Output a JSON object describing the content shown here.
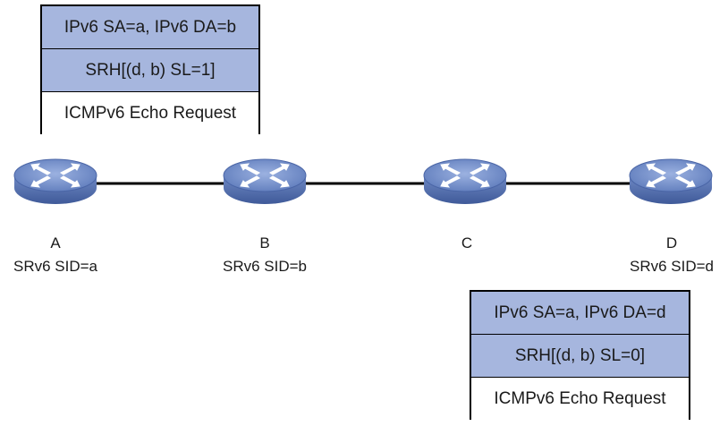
{
  "nodes": [
    {
      "id": "A",
      "sid": "SRv6 SID=a"
    },
    {
      "id": "B",
      "sid": "SRv6 SID=b"
    },
    {
      "id": "C",
      "sid": ""
    },
    {
      "id": "D",
      "sid": "SRv6 SID=d"
    }
  ],
  "packet_top": {
    "ipv6_header": "IPv6 SA=a, IPv6 DA=b",
    "srh": "SRH[(d, b) SL=1]",
    "payload": "ICMPv6 Echo Request"
  },
  "packet_bottom": {
    "ipv6_header": "IPv6 SA=a, IPv6 DA=d",
    "srh": "SRH[(d, b) SL=0]",
    "payload": "ICMPv6 Echo Request"
  },
  "colors": {
    "header_fill": "#a6b6de",
    "router_body": "#5b78b8",
    "router_top": "#7d97cf",
    "link": "#000000"
  },
  "icons": [
    "router-icon"
  ]
}
